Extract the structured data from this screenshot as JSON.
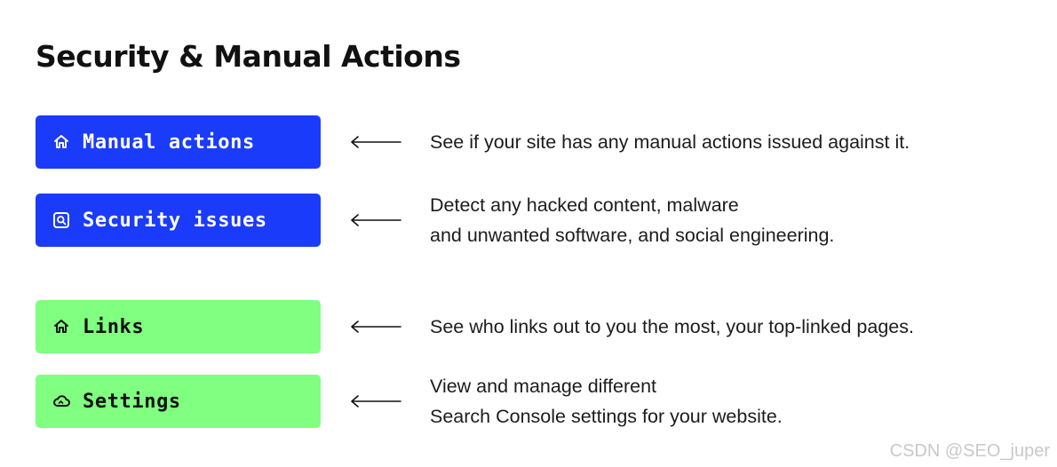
{
  "title": "Security & Manual Actions",
  "accent_colors": {
    "blue": "#1a3cfa",
    "green": "#80ff80"
  },
  "items": [
    {
      "label": "Manual actions",
      "icon": "home-icon",
      "desc_lines": [
        "See if your site has any manual actions issued against it."
      ]
    },
    {
      "label": "Security issues",
      "icon": "search-square-icon",
      "desc_lines": [
        "Detect any hacked content, malware",
        "and unwanted software, and social engineering."
      ]
    },
    {
      "label": "Links",
      "icon": "home-icon",
      "desc_lines": [
        "See who links out to you the most, your top-linked pages."
      ]
    },
    {
      "label": "Settings",
      "icon": "cloud-icon",
      "desc_lines": [
        "View and manage different",
        "Search Console settings for your website."
      ]
    }
  ],
  "arrow_icon": "arrow-left-icon",
  "watermark": "CSDN @SEO_juper"
}
